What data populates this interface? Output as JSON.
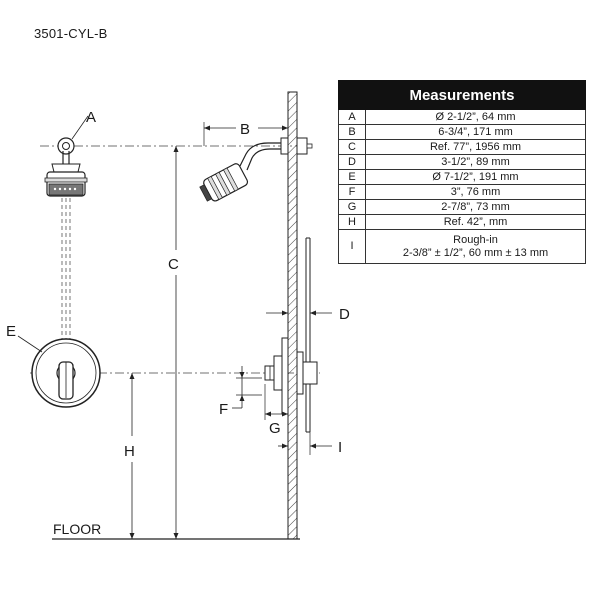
{
  "model": "3501-CYL-B",
  "table": {
    "title": "Measurements",
    "rows": [
      {
        "label": "A",
        "value": "Ø 2-1/2”, 64 mm"
      },
      {
        "label": "B",
        "value": "6-3/4”, 171 mm"
      },
      {
        "label": "C",
        "value": "Ref. 77”, 1956 mm"
      },
      {
        "label": "D",
        "value": "3-1/2”, 89 mm"
      },
      {
        "label": "E",
        "value": "Ø 7-1/2”, 191 mm"
      },
      {
        "label": "F",
        "value": "3”, 76 mm"
      },
      {
        "label": "G",
        "value": "2-7/8”, 73 mm"
      },
      {
        "label": "H",
        "value": "Ref. 42”,  mm"
      },
      {
        "label": "I",
        "value_line1": "Rough-in",
        "value_line2": "2-3/8” ± 1/2”, 60 mm ± 13 mm"
      }
    ]
  },
  "labels": {
    "a": "A",
    "b": "B",
    "c": "C",
    "d": "D",
    "e": "E",
    "f": "F",
    "g": "G",
    "h": "H",
    "i": "I",
    "floor": "FLOOR"
  }
}
